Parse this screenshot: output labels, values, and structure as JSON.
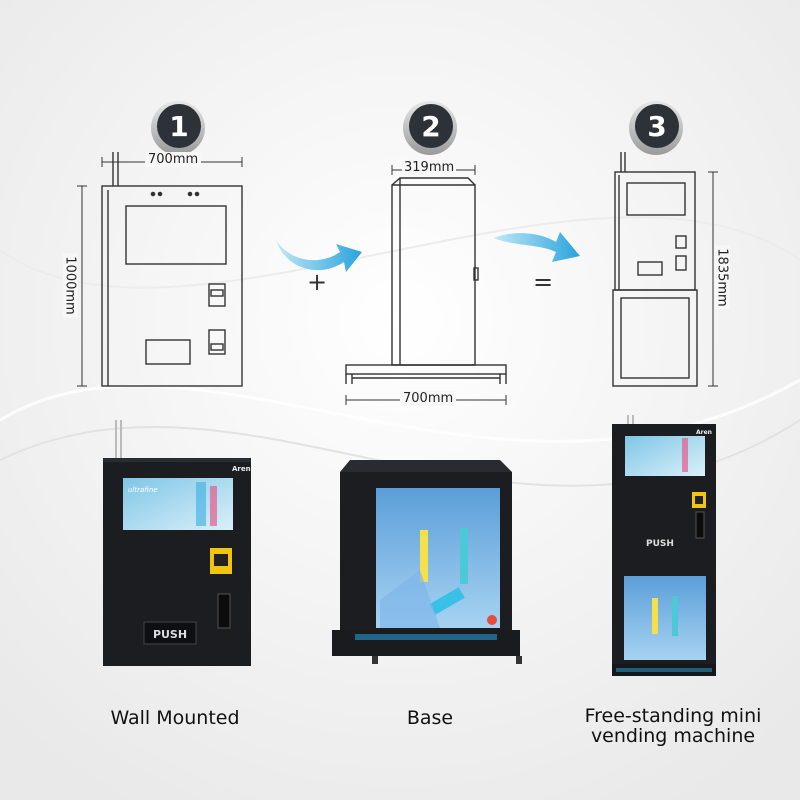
{
  "steps": [
    {
      "number": "1"
    },
    {
      "number": "2"
    },
    {
      "number": "3"
    }
  ],
  "dimensions": {
    "wall_width": "700mm",
    "wall_height": "1000mm",
    "base_depth": "319mm",
    "base_width": "700mm",
    "total_height": "1835mm"
  },
  "operators": {
    "plus": "+",
    "equals": "="
  },
  "captions": {
    "wall": "Wall Mounted",
    "base": "Base",
    "free_line1": "Free-standing mini",
    "free_line2": "vending machine"
  },
  "machine_labels": {
    "push": "PUSH",
    "brand": "Aren",
    "screen_text": "ultrafine"
  },
  "colors": {
    "accent_blue": "#3aaee0",
    "step_circle": "#2d3138",
    "machine_body": "#1c1d21",
    "slot_yellow": "#f1c40f"
  }
}
